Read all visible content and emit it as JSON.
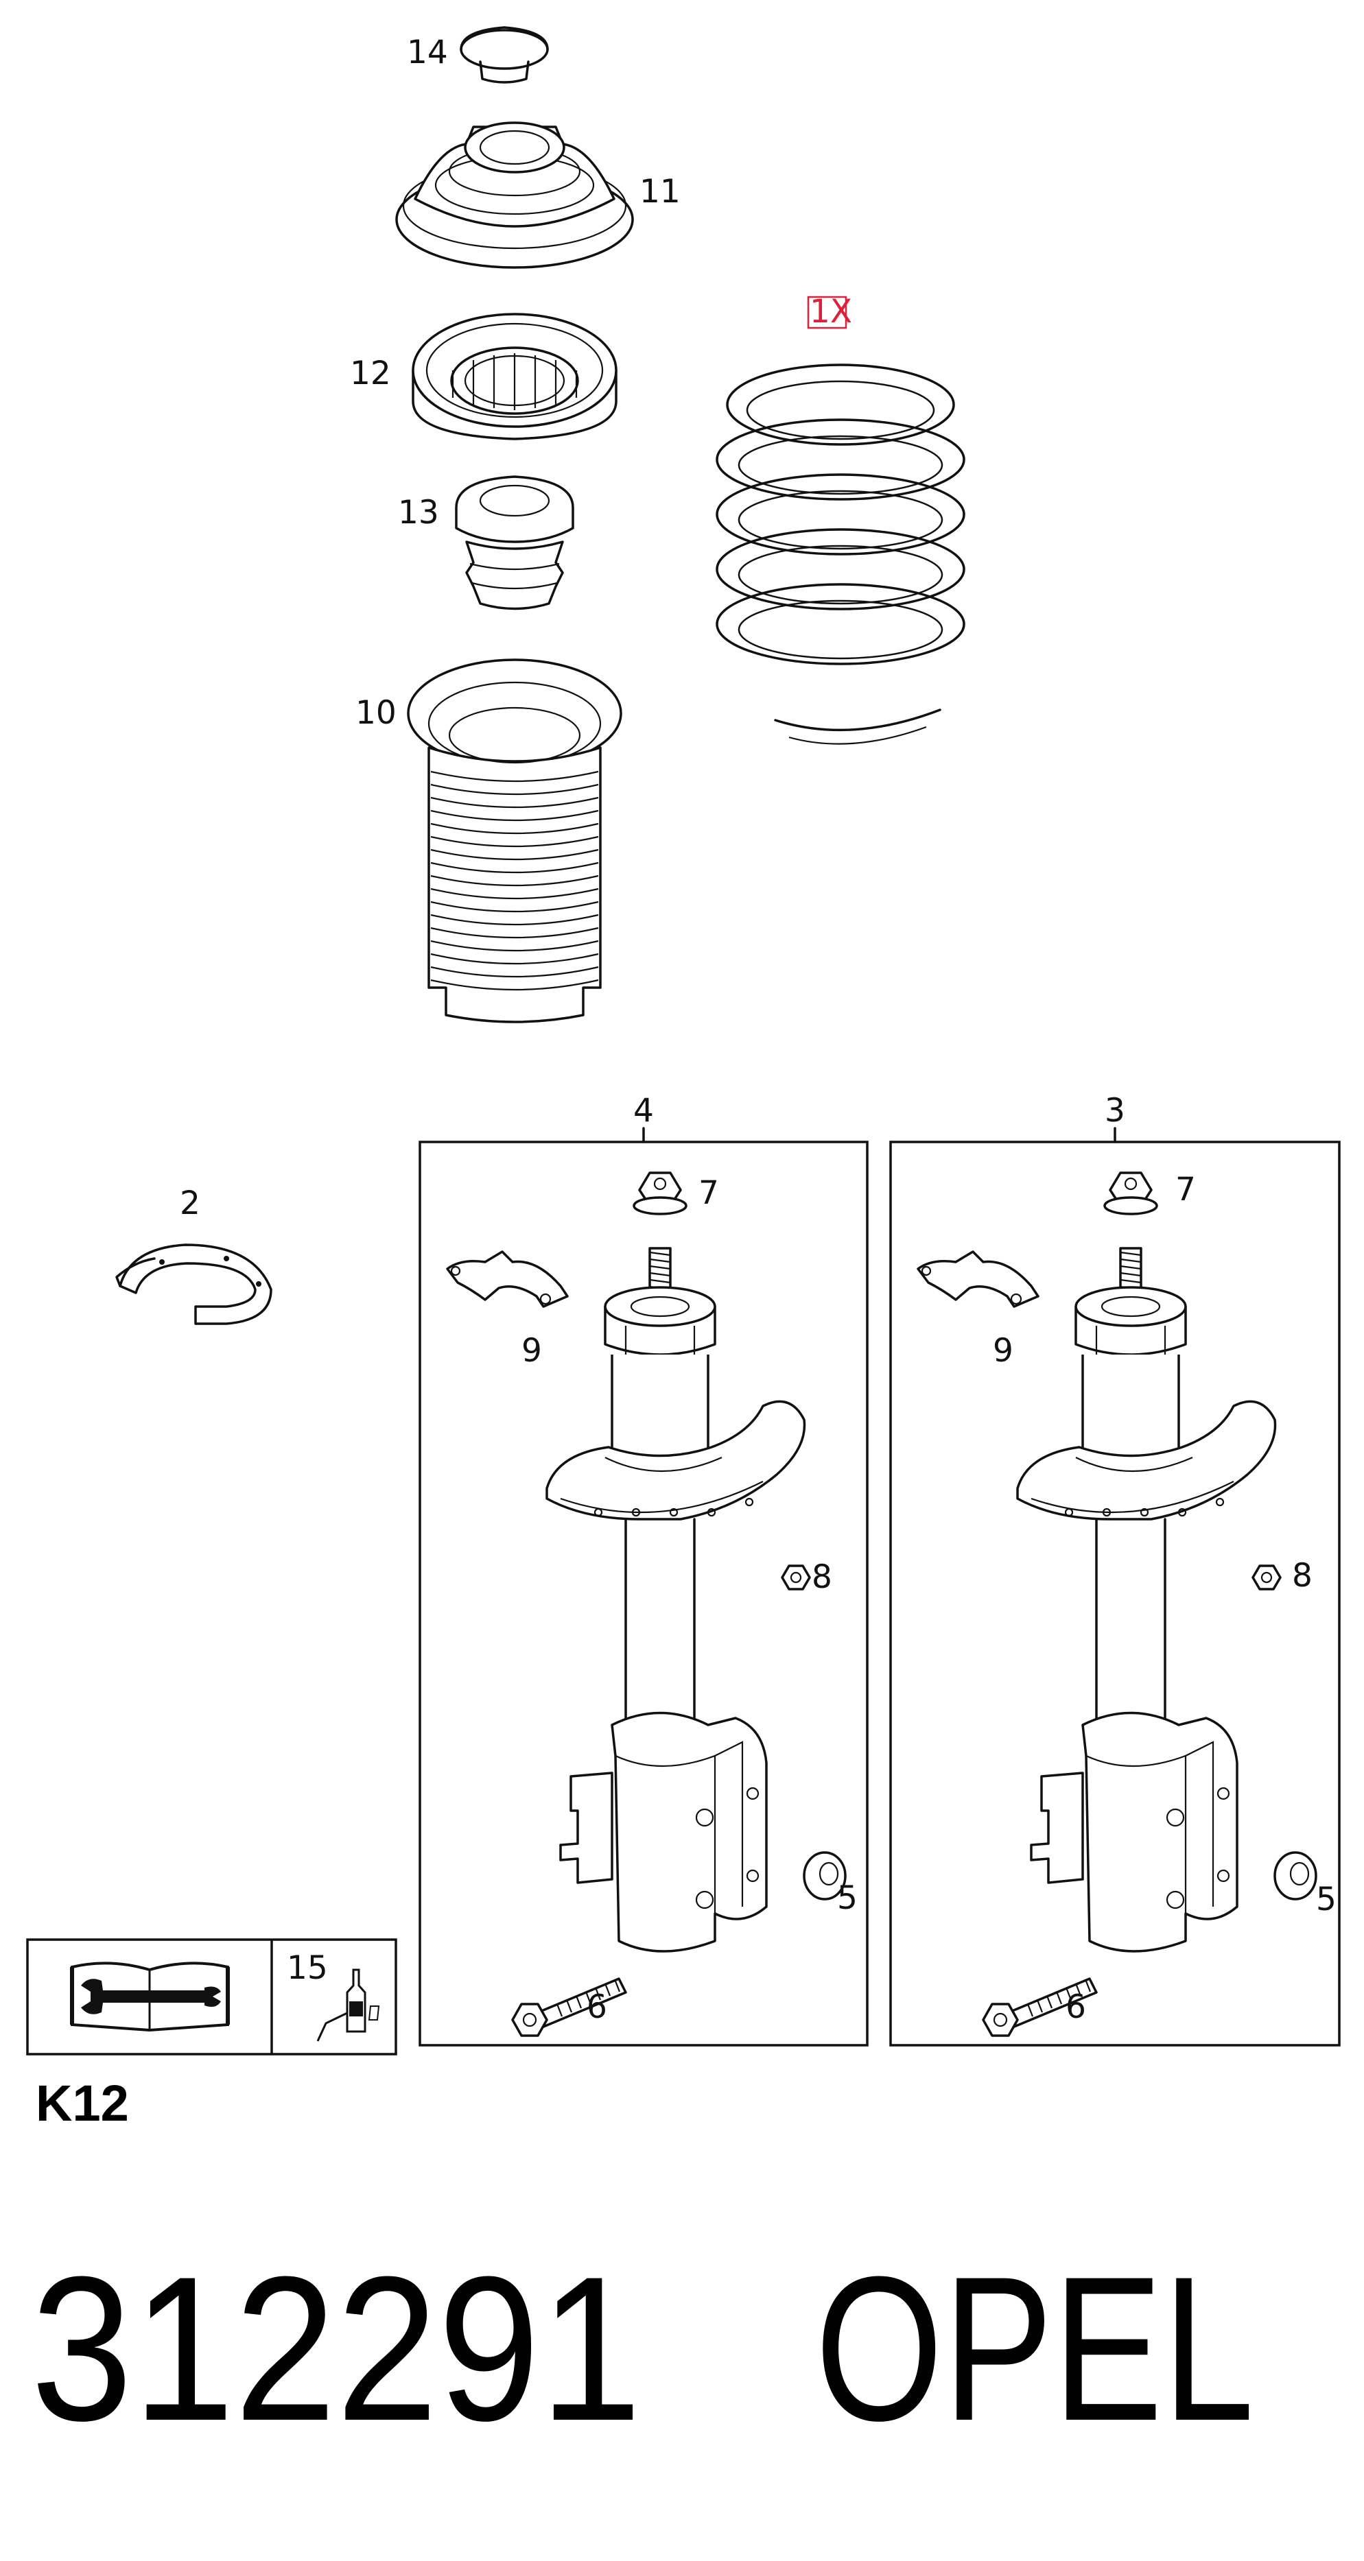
{
  "callouts": {
    "c14": "14",
    "c11": "11",
    "c12": "12",
    "c13": "13",
    "c10": "10",
    "c1x": "1X",
    "c2": "2",
    "c4": "4",
    "c3": "3",
    "c7a": "7",
    "c7b": "7",
    "c9a": "9",
    "c9b": "9",
    "c8a": "8",
    "c8b": "8",
    "c5a": "5",
    "c5b": "5",
    "c6a": "6",
    "c6b": "6",
    "c15": "15"
  },
  "footer": {
    "section": "K12",
    "part_number": "312291",
    "brand": "OPEL"
  },
  "icons": {
    "manual": "manual-wrench-icon",
    "lubricant": "lubricant-bottle-icon"
  },
  "colors": {
    "line": "#111111",
    "highlight": "#e0203a"
  }
}
